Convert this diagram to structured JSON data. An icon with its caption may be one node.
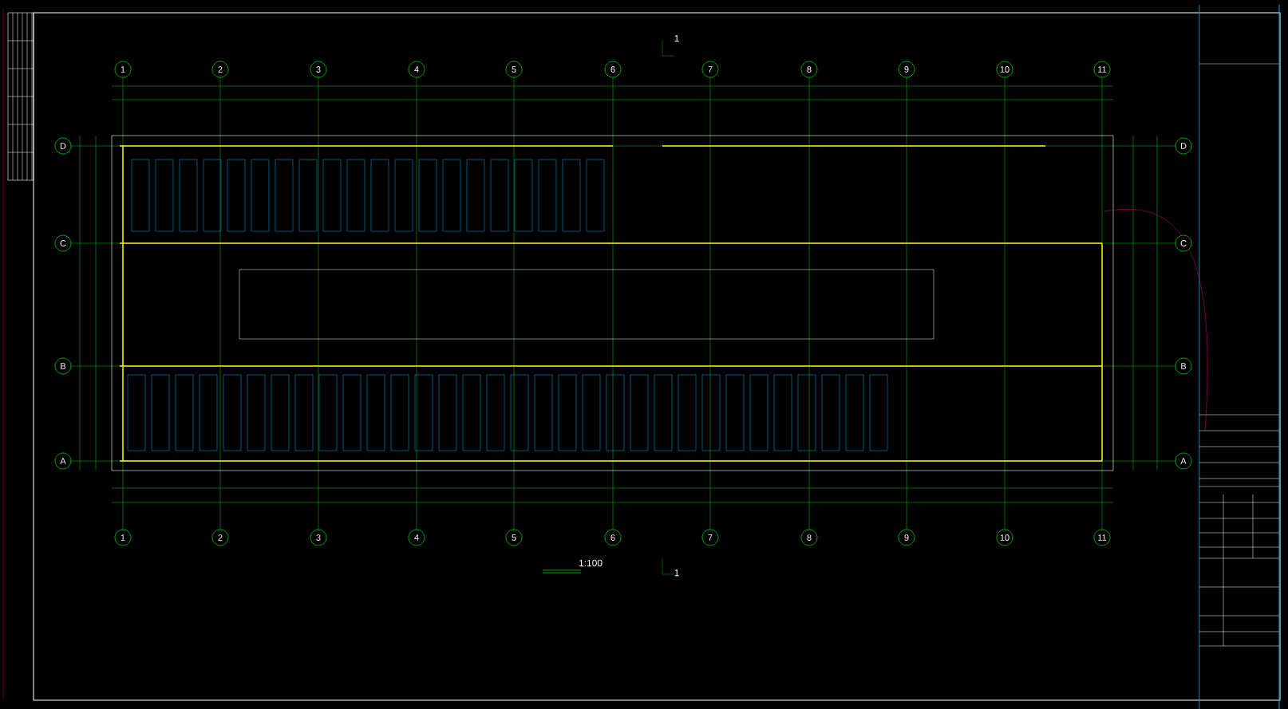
{
  "diagram": {
    "nodes": [
      {
        "text": [
          "1"
        ]
      },
      {
        "text": [
          "2"
        ]
      },
      {
        "text": [
          "3"
        ]
      },
      {
        "text": [
          "4"
        ]
      },
      {
        "text": [
          "5"
        ]
      },
      {
        "text": [
          "6"
        ]
      },
      {
        "text": [
          "7"
        ]
      },
      {
        "text": [
          "8"
        ]
      },
      {
        "text": [
          "9"
        ]
      },
      {
        "text": [
          "10"
        ]
      },
      {
        "text": [
          "11"
        ]
      },
      {
        "text": [
          "D"
        ]
      },
      {
        "text": [
          "D"
        ]
      },
      {
        "text": [
          "C"
        ]
      },
      {
        "text": [
          "C"
        ]
      },
      {
        "text": [
          "B"
        ]
      },
      {
        "text": [
          "B"
        ]
      },
      {
        "text": [
          "A"
        ]
      },
      {
        "text": [
          "A"
        ]
      },
      {
        "text": [
          "1"
        ]
      },
      {
        "text": [
          "2"
        ]
      },
      {
        "text": [
          "3"
        ]
      },
      {
        "text": [
          "4"
        ]
      },
      {
        "text": [
          "5"
        ]
      },
      {
        "text": [
          "6"
        ]
      },
      {
        "text": [
          "7"
        ]
      },
      {
        "text": [
          "8"
        ]
      },
      {
        "text": [
          "9"
        ]
      },
      {
        "text": [
          "10"
        ]
      },
      {
        "text": [
          "11"
        ]
      }
    ],
    "labels": [
      "1",
      "1:100",
      "1"
    ]
  }
}
